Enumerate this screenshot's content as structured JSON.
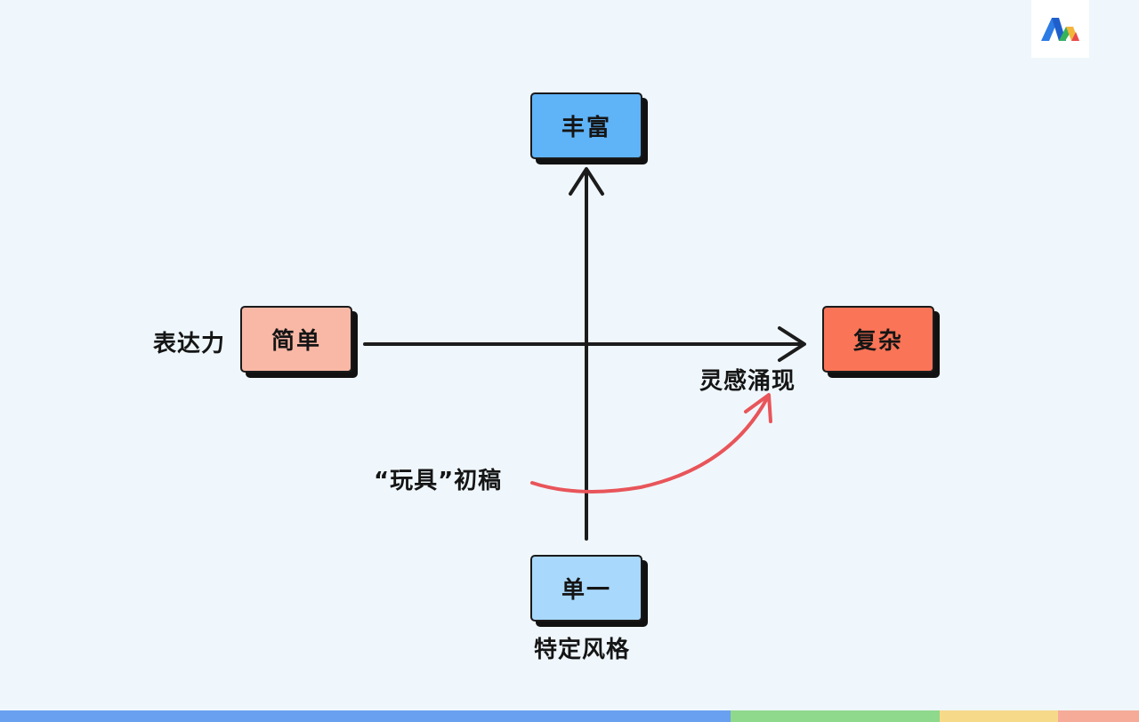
{
  "nodes": {
    "rich": "丰富",
    "simple": "简单",
    "complex": "复杂",
    "single": "单一"
  },
  "labels": {
    "expressiveness": "表达力",
    "inspiration": "灵感涌现",
    "toy_draft": "“玩具”初稿",
    "specific_style": "特定风格"
  },
  "colors": {
    "background": "#eff7fc",
    "rich_fill": "#5fb3f7",
    "simple_fill": "#f9b8a6",
    "complex_fill": "#fa7457",
    "single_fill": "#a8d8fb",
    "axis": "#1c1c1c",
    "curve": "#e8555a"
  },
  "icons": {
    "logo": "brand-logo-icon"
  }
}
